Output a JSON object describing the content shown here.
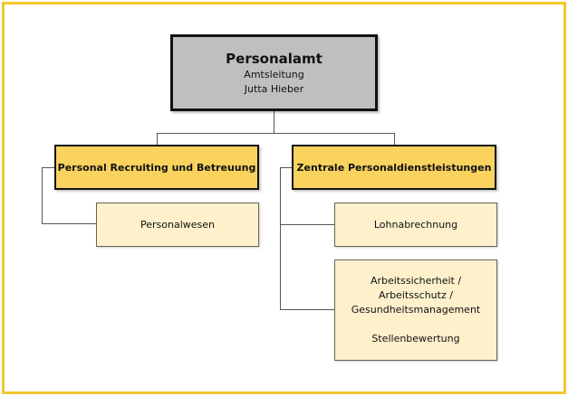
{
  "colors": {
    "frame": "#F2C62F",
    "top_box": "#BFBFBF",
    "department_box": "#FAD25E",
    "unit_box": "#FFF0CC"
  },
  "head": {
    "title": "Personalamt",
    "role": "Amtsleitung",
    "name": "Jutta Hieber"
  },
  "departments": [
    {
      "title": "Personal Recruiting und Betreuung",
      "units": [
        {
          "lines": [
            "Personalwesen"
          ]
        }
      ]
    },
    {
      "title": "Zentrale Personaldienstleistungen",
      "units": [
        {
          "lines": [
            "Lohnabrechnung"
          ]
        },
        {
          "lines": [
            "Arbeitssicherheit /",
            "Arbeitsschutz /",
            "Gesundheitsmanagement",
            "",
            "Stellenbewertung"
          ]
        }
      ]
    }
  ]
}
